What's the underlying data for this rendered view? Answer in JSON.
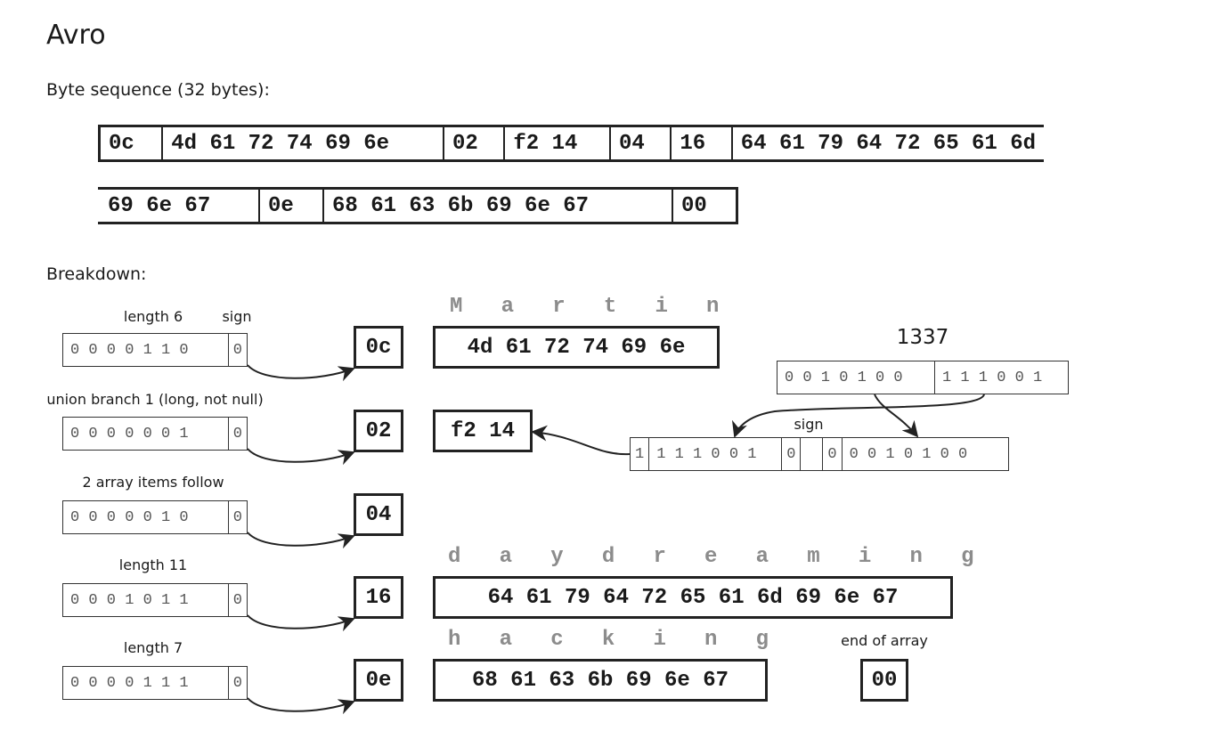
{
  "title": "Avro",
  "byte_sequence_label": "Byte sequence (32 bytes):",
  "breakdown_label": "Breakdown:",
  "byte_sequence": {
    "row1": [
      "0c",
      "4d 61 72 74 69 6e",
      "02",
      "f2 14",
      "04",
      "16",
      "64 61 79 64 72 65 61 6d"
    ],
    "row2": [
      "69 6e 67",
      "0e",
      "68 61 63 6b 69 6e 67",
      "00"
    ]
  },
  "breakdown": [
    {
      "label": "length 6",
      "sign_label": "sign",
      "bits": "0 0 0 0 1 1 0",
      "sign_bit": "0",
      "byte": "0c"
    },
    {
      "label": "union branch 1 (long, not null)",
      "bits": "0 0 0 0 0 0 1",
      "sign_bit": "0",
      "byte": "02"
    },
    {
      "label": "2 array items follow",
      "bits": "0 0 0 0 0 1 0",
      "sign_bit": "0",
      "byte": "04"
    },
    {
      "label": "length 11",
      "bits": "0 0 0 1 0 1 1",
      "sign_bit": "0",
      "byte": "16"
    },
    {
      "label": "length 7",
      "bits": "0 0 0 0 1 1 1",
      "sign_bit": "0",
      "byte": "0e"
    }
  ],
  "strings": {
    "martin": {
      "ascii": "M   a   r   t   i   n",
      "hex": "4d 61 72 74 69 6e"
    },
    "daydreaming": {
      "ascii": "d   a   y   d   r   e   a   m   i   n   g",
      "hex": "64 61 79 64 72 65 61 6d 69 6e 67"
    },
    "hacking": {
      "ascii": "h   a   c   k   i   n   g",
      "hex": "68 61 63 6b 69 6e 67"
    }
  },
  "number": {
    "value_label": "1337",
    "bits_high": "0 0 1 0 1 0 0",
    "bits_low": "1 1 1 0 0 1",
    "sign_label": "sign",
    "encoded": {
      "continuation1": "1",
      "low_bits": "1 1 1 0 0 1",
      "sign_bit": "0",
      "continuation2": "0",
      "high_bits": "0 0 1 0 1 0 0"
    },
    "bytes": "f2 14"
  },
  "end_of_array": {
    "label": "end of array",
    "byte": "00"
  }
}
